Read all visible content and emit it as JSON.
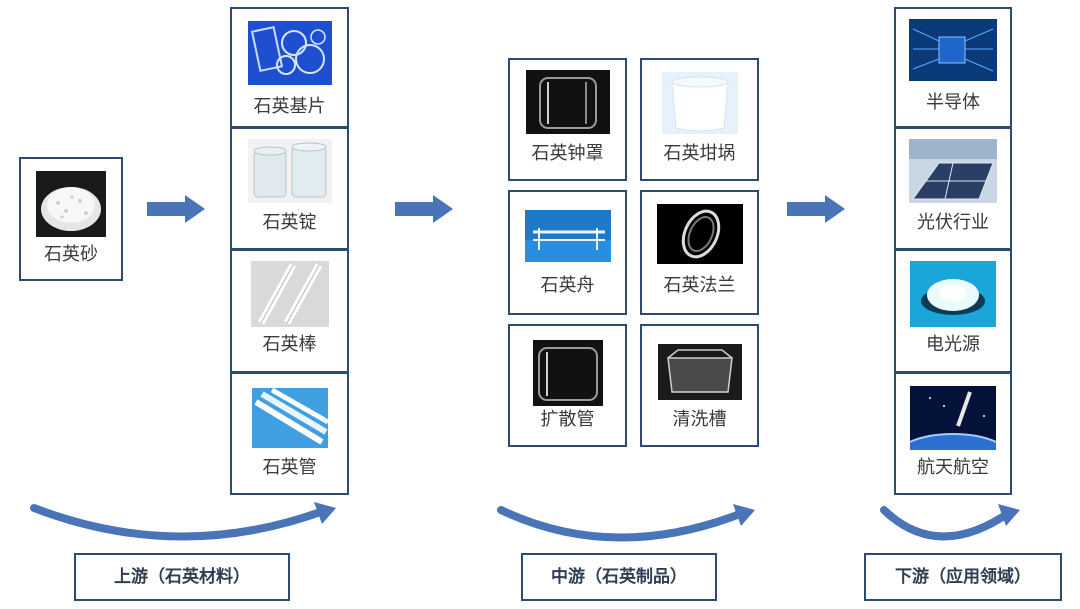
{
  "upstream": {
    "source": {
      "label": "石英砂",
      "icon": "quartz-sand-image"
    },
    "items": [
      {
        "label": "石英基片",
        "icon": "quartz-substrate-image"
      },
      {
        "label": "石英锭",
        "icon": "quartz-ingot-image"
      },
      {
        "label": "石英棒",
        "icon": "quartz-rod-image"
      },
      {
        "label": "石英管",
        "icon": "quartz-tube-image"
      }
    ],
    "stage_label": "上游（石英材料）"
  },
  "midstream": {
    "items": [
      {
        "label": "石英钟罩",
        "icon": "quartz-bell-jar-image"
      },
      {
        "label": "石英坩埚",
        "icon": "quartz-crucible-image"
      },
      {
        "label": "石英舟",
        "icon": "quartz-boat-image"
      },
      {
        "label": "石英法兰",
        "icon": "quartz-flange-image"
      },
      {
        "label": "扩散管",
        "icon": "diffusion-tube-image"
      },
      {
        "label": "清洗槽",
        "icon": "cleaning-tank-image"
      }
    ],
    "stage_label": "中游（石英制品）"
  },
  "downstream": {
    "items": [
      {
        "label": "半导体",
        "icon": "semiconductor-image"
      },
      {
        "label": "光伏行业",
        "icon": "photovoltaic-image"
      },
      {
        "label": "电光源",
        "icon": "electric-light-source-image"
      },
      {
        "label": "航天航空",
        "icon": "aerospace-image"
      }
    ],
    "stage_label": "下游（应用领域）"
  },
  "colors": {
    "border": "#2c4a72",
    "arrow": "#4a74b8",
    "text": "#3a3a3a"
  }
}
